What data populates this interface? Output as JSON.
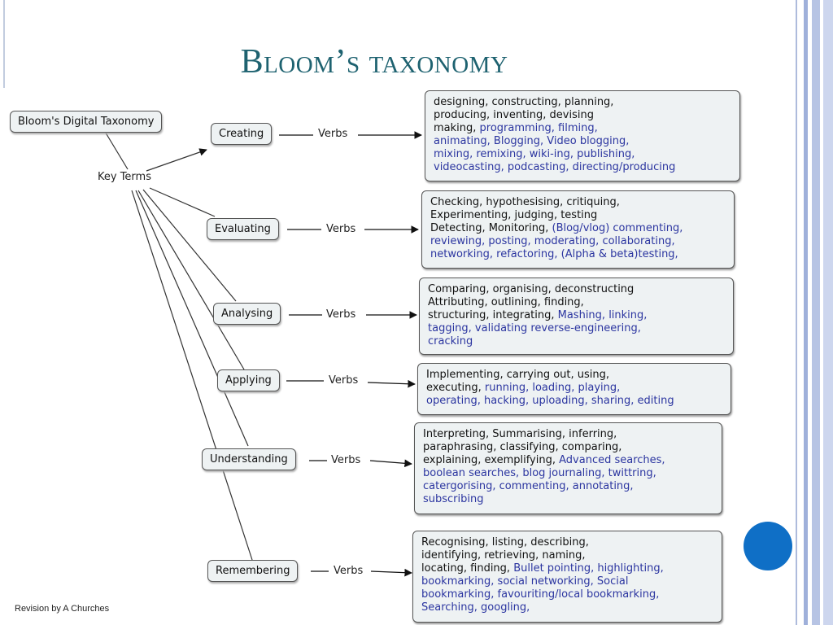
{
  "slide": {
    "title": "Bloom’s taxonomy",
    "credit": "Revision by A Churches",
    "accent_color": "#0f6fc6",
    "title_color": "#1e6270"
  },
  "diagram": {
    "root": "Bloom's Digital Taxonomy",
    "key_terms": "Key Terms",
    "verbs_label": "Verbs",
    "levels": [
      {
        "label": "Creating",
        "lines": [
          [
            "designing, constructing, planning,",
            ""
          ],
          [
            "producing, inventing, devising",
            ""
          ],
          [
            "making, ",
            "programming, filming,"
          ],
          [
            "",
            "animating, Blogging, Video blogging,"
          ],
          [
            "",
            "mixing, remixing, wiki-ing, publishing,"
          ],
          [
            "",
            "videocasting, podcasting, directing/producing"
          ]
        ]
      },
      {
        "label": "Evaluating",
        "lines": [
          [
            "Checking, hypothesising, critiquing,",
            ""
          ],
          [
            "Experimenting, judging, testing",
            ""
          ],
          [
            "Detecting, Monitoring, ",
            "(Blog/vlog) commenting,"
          ],
          [
            "",
            "reviewing, posting, moderating, collaborating,"
          ],
          [
            "",
            "networking, refactoring, (Alpha & beta)testing,"
          ]
        ]
      },
      {
        "label": "Analysing",
        "lines": [
          [
            "Comparing, organising, deconstructing",
            ""
          ],
          [
            "Attributing, outlining, finding,",
            ""
          ],
          [
            "structuring, integrating, ",
            "Mashing, linking,"
          ],
          [
            "",
            "tagging, validating reverse-engineering,"
          ],
          [
            "",
            "cracking"
          ]
        ]
      },
      {
        "label": "Applying",
        "lines": [
          [
            "Implementing, carrying out, using,",
            ""
          ],
          [
            "executing, ",
            "running, loading, playing,"
          ],
          [
            "",
            "operating, hacking, uploading, sharing, editing"
          ]
        ]
      },
      {
        "label": "Understanding",
        "lines": [
          [
            "Interpreting, Summarising, inferring,",
            ""
          ],
          [
            "paraphrasing, classifying, comparing,",
            ""
          ],
          [
            "explaining, exemplifying, ",
            "Advanced searches,"
          ],
          [
            "",
            "boolean searches, blog journaling, twittring,"
          ],
          [
            "",
            "catergorising, commenting, annotating,"
          ],
          [
            "",
            "subscribing"
          ]
        ]
      },
      {
        "label": "Remembering",
        "lines": [
          [
            "Recognising, listing, describing,",
            ""
          ],
          [
            "identifying, retrieving, naming,",
            ""
          ],
          [
            "locating, finding, ",
            "Bullet pointing, highlighting,"
          ],
          [
            "",
            "bookmarking, social networking, Social"
          ],
          [
            "",
            "bookmarking, favouriting/local bookmarking,"
          ],
          [
            "",
            "Searching, googling,"
          ]
        ]
      }
    ]
  }
}
